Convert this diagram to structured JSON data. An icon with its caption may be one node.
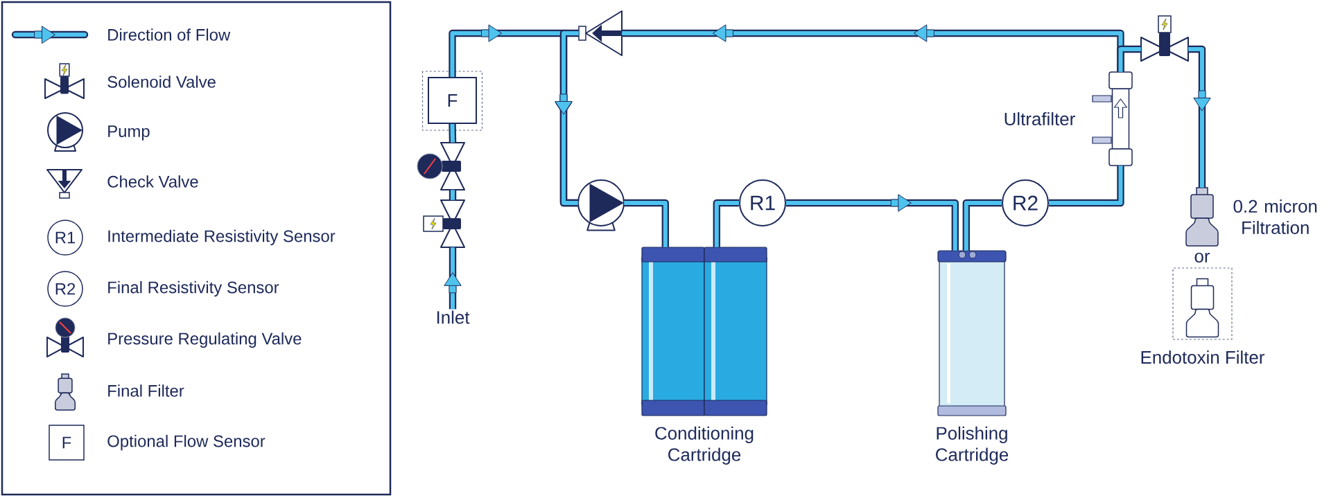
{
  "diagram": {
    "nodes": [
      {
        "text": [
          "Inlet"
        ]
      },
      {
        "text": [],
        "shape": "valve"
      },
      {
        "text": [],
        "shape": "valve"
      },
      {
        "text": [
          "F"
        ]
      },
      {
        "text": [],
        "shape": "triangle"
      },
      {
        "text": [],
        "shape": "circle"
      },
      {
        "text": [
          "Conditioning Cartridge"
        ]
      },
      {
        "text": [
          "R1"
        ]
      },
      {
        "text": [
          "Polishing Cartridge"
        ]
      },
      {
        "text": [
          "R2"
        ]
      },
      {
        "text": [
          "Ultrafilter"
        ]
      },
      {
        "text": [],
        "shape": "valve"
      },
      {
        "text": [
          "0.2 micron Filtration"
        ]
      },
      {
        "text": [
          "Endotoxin Filter"
        ]
      }
    ],
    "edges": [
      {
        "from": 0,
        "to": 1,
        "arrow": "to"
      },
      {
        "from": 1,
        "to": 2,
        "arrow": "none"
      },
      {
        "from": 2,
        "to": 3,
        "arrow": "none"
      },
      {
        "from": 3,
        "to": 5,
        "arrow": "to"
      },
      {
        "from": 4,
        "to": 5,
        "arrow": "to"
      },
      {
        "from": 5,
        "to": 6,
        "arrow": "none"
      },
      {
        "from": 6,
        "to": 7,
        "arrow": "none"
      },
      {
        "from": 7,
        "to": 8,
        "arrow": "to"
      },
      {
        "from": 8,
        "to": 9,
        "arrow": "none"
      },
      {
        "from": 9,
        "to": 10,
        "arrow": "none"
      },
      {
        "from": 10,
        "to": 4,
        "arrow": "to"
      },
      {
        "from": 10,
        "to": 11,
        "arrow": "none"
      },
      {
        "from": 11,
        "to": 12,
        "arrow": "to"
      }
    ],
    "labels": [
      "R1",
      "R2",
      "F",
      "or"
    ],
    "legend": [
      {
        "text": "Direction of Flow"
      },
      {
        "text": "Solenoid Valve"
      },
      {
        "text": "Pump"
      },
      {
        "text": "Check Valve"
      },
      {
        "text": "Intermediate Resistivity Sensor"
      },
      {
        "text": "Final Resistivity Sensor"
      },
      {
        "text": "Pressure Regulating Valve"
      },
      {
        "text": "Final Filter"
      },
      {
        "text": "Optional Flow Sensor"
      }
    ]
  }
}
